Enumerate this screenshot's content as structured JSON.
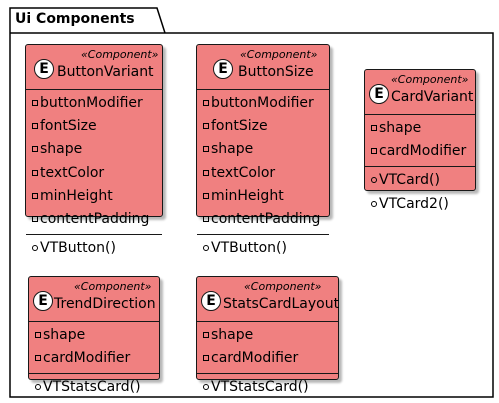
{
  "package": {
    "name": "Ui Components"
  },
  "entities": [
    {
      "badge": "E",
      "stereotype": "«Component»",
      "name": "ButtonVariant",
      "attributes": [
        "buttonModifier",
        "fontSize",
        "shape",
        "textColor",
        "minHeight",
        "contentPadding"
      ],
      "operations": [
        "VTButton()"
      ]
    },
    {
      "badge": "E",
      "stereotype": "«Component»",
      "name": "ButtonSize",
      "attributes": [
        "buttonModifier",
        "fontSize",
        "shape",
        "textColor",
        "minHeight",
        "contentPadding"
      ],
      "operations": [
        "VTButton()"
      ]
    },
    {
      "badge": "E",
      "stereotype": "«Component»",
      "name": "CardVariant",
      "attributes": [
        "shape",
        "cardModifier"
      ],
      "operations": [
        "VTCard()",
        "VTCard2()"
      ]
    },
    {
      "badge": "E",
      "stereotype": "«Component»",
      "name": "TrendDirection",
      "attributes": [
        "shape",
        "cardModifier"
      ],
      "operations": [
        "VTStatsCard()"
      ]
    },
    {
      "badge": "E",
      "stereotype": "«Component»",
      "name": "StatsCardLayout",
      "attributes": [
        "shape",
        "cardModifier"
      ],
      "operations": [
        "VTStatsCard()"
      ]
    }
  ],
  "visibility": {
    "attribute": "private",
    "operation": "public"
  },
  "colors": {
    "entity_fill": "#F08080",
    "border": "#181818",
    "background": "#FFFFFF"
  }
}
